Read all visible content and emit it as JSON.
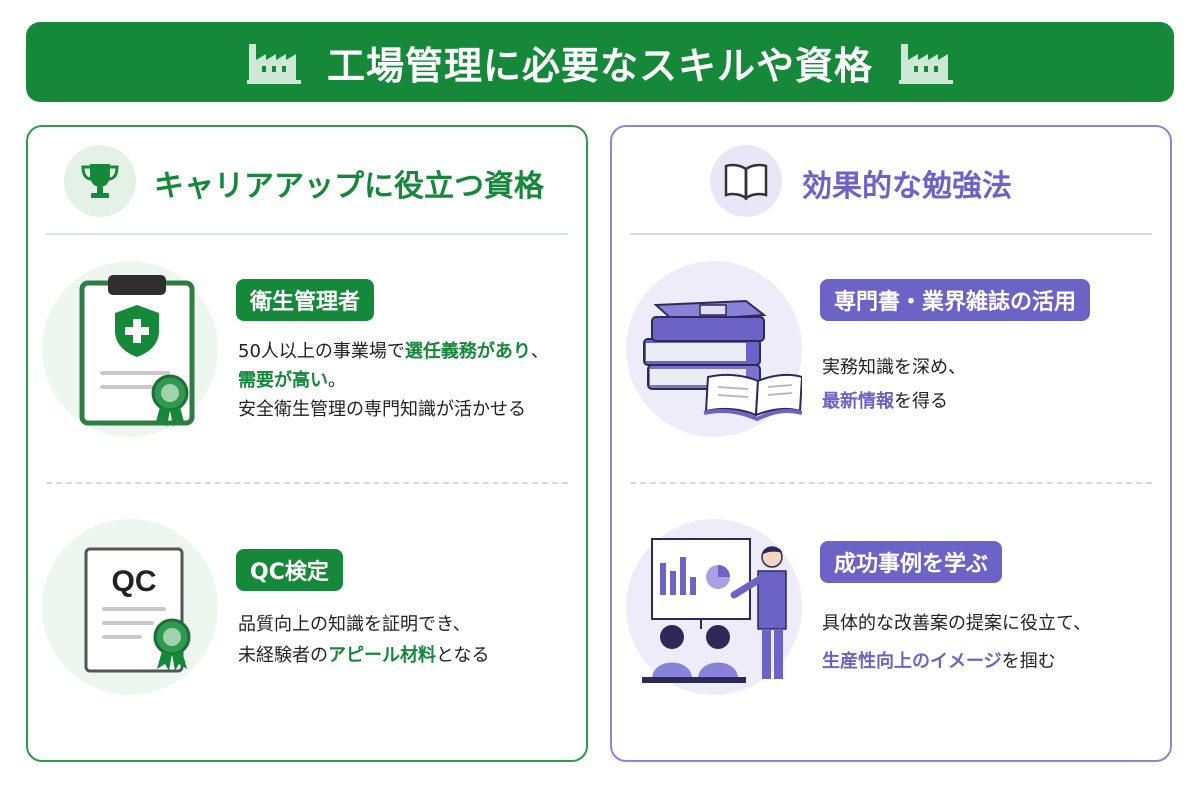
{
  "header": {
    "title": "工場管理に必要なスキルや資格"
  },
  "colors": {
    "green": "#15883a",
    "purple": "#6d63c7",
    "green_light": "#e4f1e6",
    "purple_light": "#e9e7f7"
  },
  "left_panel": {
    "heading": "キャリアアップに役立つ資格",
    "icon": "trophy-icon",
    "items": [
      {
        "label": "衛生管理者",
        "icon": "clipboard-certificate-icon",
        "lines": [
          [
            {
              "t": "50人以上の事業場で"
            },
            {
              "t": "選任義務があり",
              "hl": true
            },
            {
              "t": "、"
            }
          ],
          [
            {
              "t": "需要が高い",
              "hl": true
            },
            {
              "t": "。"
            }
          ],
          [
            {
              "t": "安全衛生管理の専門知識が活かせる"
            }
          ]
        ]
      },
      {
        "label": "QC検定",
        "icon": "qc-certificate-icon",
        "icon_text": "QC",
        "lines": [
          [
            {
              "t": "品質向上の知識を証明でき、"
            }
          ],
          [
            {
              "t": "未経験者の"
            },
            {
              "t": "アピール材料",
              "hl": true
            },
            {
              "t": "となる"
            }
          ]
        ]
      }
    ]
  },
  "right_panel": {
    "heading": "効果的な勉強法",
    "icon": "open-book-icon",
    "items": [
      {
        "label": "専門書・業界雑誌の活用",
        "icon": "books-stack-icon",
        "lines": [
          [
            {
              "t": "実務知識を深め、"
            }
          ],
          [
            {
              "t": "最新情報",
              "hl": true
            },
            {
              "t": "を得る"
            }
          ]
        ]
      },
      {
        "label": "成功事例を学ぶ",
        "icon": "presentation-icon",
        "lines": [
          [
            {
              "t": "具体的な改善案の提案に役立て、"
            }
          ],
          [
            {
              "t": "生産性向上のイメージ",
              "hl": true
            },
            {
              "t": "を掴む"
            }
          ]
        ]
      }
    ]
  }
}
